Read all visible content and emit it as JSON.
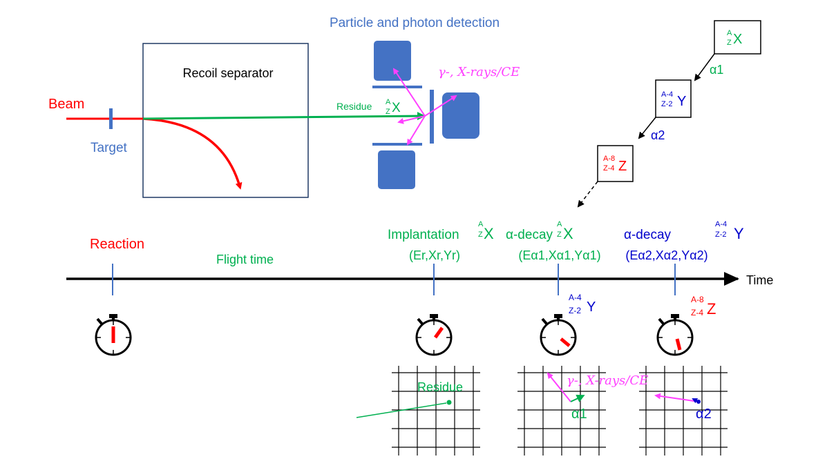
{
  "colors": {
    "beam": "#ff0000",
    "blue": "#4472c4",
    "green": "#00b050",
    "magenta": "#ff40ff",
    "navy": "#0000cc",
    "black": "#000000",
    "box": "#1f3864"
  },
  "top": {
    "detection_title": "Particle and photon detection",
    "recoil_separator": "Recoil separator",
    "beam": "Beam",
    "target": "Target",
    "residue": "Residue",
    "gamma_label": "γ-, X-rays/CE"
  },
  "nuclei": {
    "x": {
      "A": "A",
      "Z": "Z",
      "sym": "X"
    },
    "y": {
      "A": "A-4",
      "Z": "Z-2",
      "sym": "Y"
    },
    "z": {
      "A": "A-8",
      "Z": "Z-4",
      "sym": "Z"
    }
  },
  "chain": {
    "alpha1": "α1",
    "alpha2": "α2"
  },
  "timeline": {
    "reaction": "Reaction",
    "flight_time": "Flight time",
    "implantation": "Implantation",
    "implantation_coords": "(Er,Xr,Yr)",
    "alpha_decay": "α-decay",
    "alpha1_coords": "(Eα1,Xα1,Yα1)",
    "alpha2_coords": "(Eα2,Xα2,Yα2)",
    "time": "Time"
  },
  "grids": {
    "residue": "Residue",
    "gamma_label": "γ-, X-rays/CE",
    "alpha1": "α1",
    "alpha2": "α2"
  }
}
